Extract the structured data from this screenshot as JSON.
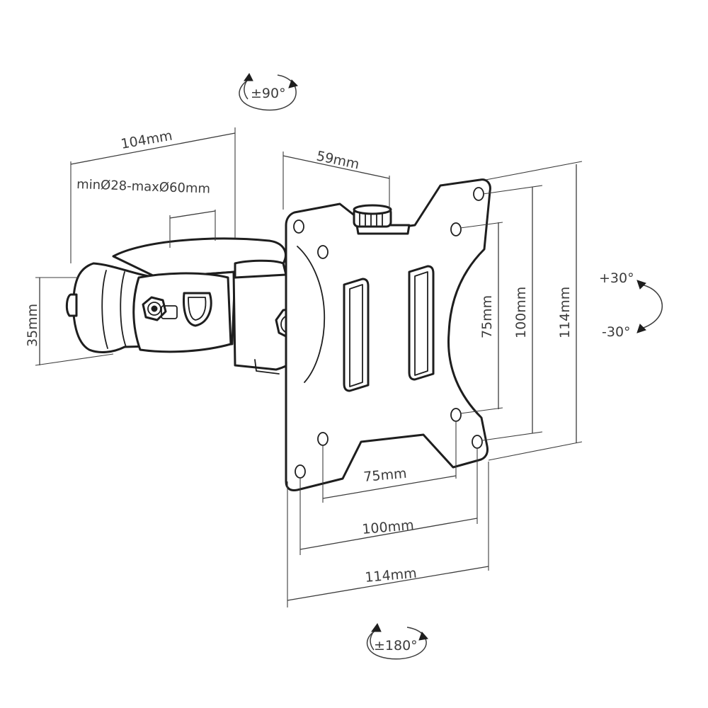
{
  "rotations": {
    "swivel_top": "±90°",
    "rotate_bottom": "±180°",
    "tilt_up": "+30°",
    "tilt_down": "-30°"
  },
  "dimensions": {
    "arm_length": "104mm",
    "clamp_range": "minØ28-maxØ60mm",
    "clamp_height": "35mm",
    "knob_offset": "59mm",
    "vesa_75_v": "75mm",
    "vesa_100_v": "100mm",
    "plate_114_v": "114mm",
    "vesa_75_h": "75mm",
    "vesa_100_h": "100mm",
    "plate_114_h": "114mm"
  },
  "colors": {
    "line": "#1e1e1e",
    "dimension": "#3c3c3c",
    "background": "#ffffff"
  }
}
